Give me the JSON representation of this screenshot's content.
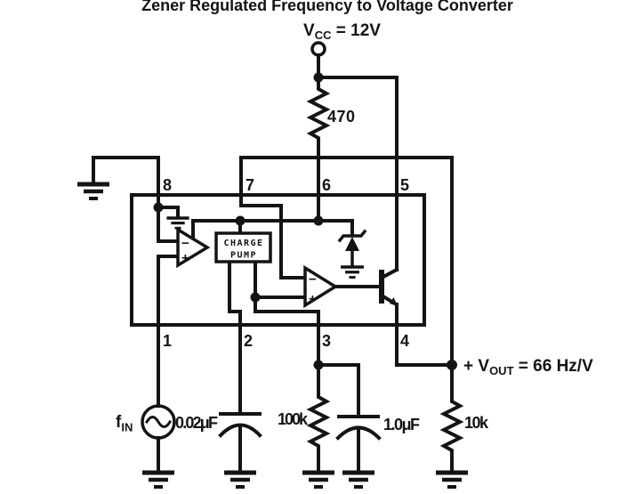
{
  "colors": {
    "ink": "#141414",
    "background": "#ffffff"
  },
  "title": "Zener Regulated Frequency to Voltage Converter",
  "supply": {
    "v": "V",
    "sub": "CC",
    "value": " = 12V",
    "resistor": "470"
  },
  "ic": {
    "pins_top": [
      "8",
      "7",
      "6",
      "5"
    ],
    "pins_bottom": [
      "1",
      "2",
      "3",
      "4"
    ],
    "charge_pump": {
      "line1": "CHARGE",
      "line2": "PUMP"
    },
    "tach_comparator": {
      "minus": "−",
      "plus": "+"
    },
    "op_amp": {
      "minus": "−",
      "plus": "+"
    }
  },
  "input": {
    "f": "f",
    "sub": "IN",
    "timing_cap": "0.02μF"
  },
  "filter": {
    "resistor": "100k",
    "cap": "1.0μF"
  },
  "output": {
    "prefix": "+ V",
    "sub": "OUT",
    "value": " = 66 Hz/V",
    "load_resistor": "10k"
  }
}
